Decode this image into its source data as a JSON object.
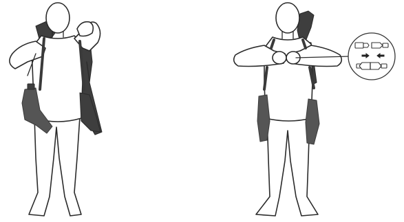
{
  "figures": [
    {
      "step": "put-on-harness",
      "icon": "person-adjusting-shoulder-straps"
    },
    {
      "step": "connect-chest-buckle",
      "icon": "person-fastening-chest-buckle"
    }
  ],
  "inset": {
    "icon": "buckle-connection-detail",
    "states": [
      "buckle-separated",
      "buckle-joined"
    ],
    "arrow_directions": [
      "right",
      "left"
    ]
  },
  "colors": {
    "line": "#2a2a2a",
    "equipment": "#555555",
    "background": "#ffffff"
  }
}
